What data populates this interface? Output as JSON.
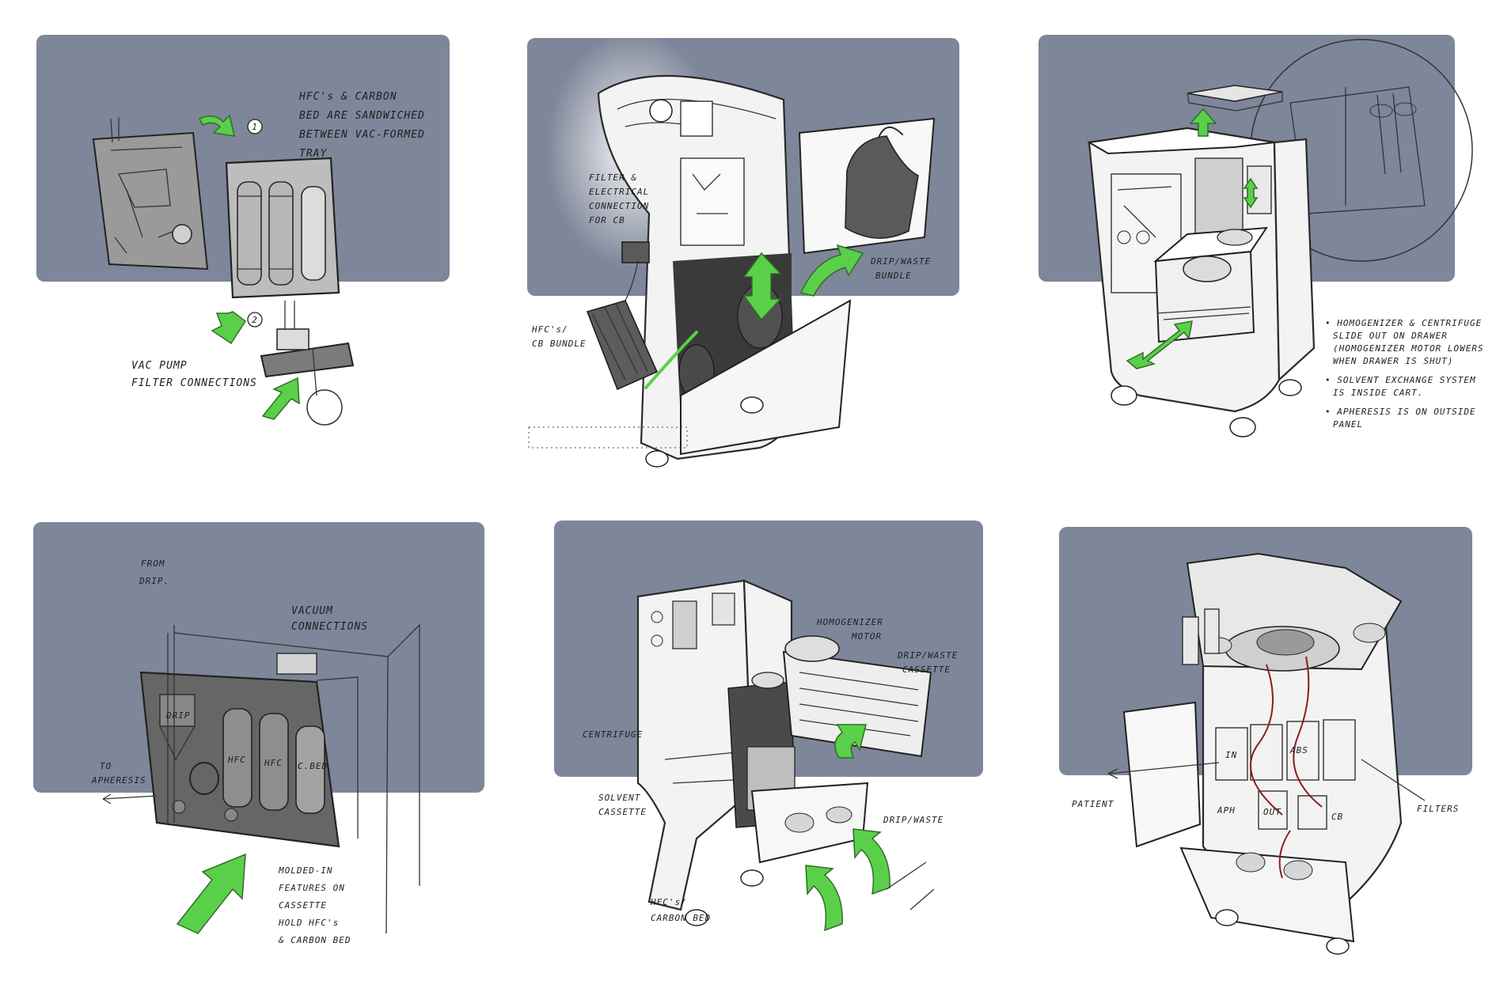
{
  "colors": {
    "panel": "#7e8699",
    "accent_green": "#5ad04a",
    "sketch_ink": "#2a2a2a",
    "machine_body": "#f3f3f3"
  },
  "panels": [
    {
      "id": "panel-1",
      "labels": {
        "note": [
          "HFC's & CARBON",
          "BED ARE SANDWICHED",
          "BETWEEN VAC-FORMED",
          "TRAY"
        ],
        "step1": "1",
        "step2": "2",
        "pump": [
          "VAC PUMP",
          "FILTER CONNECTIONS"
        ]
      }
    },
    {
      "id": "panel-2",
      "labels": {
        "filter": [
          "FILTER &",
          "ELECTRICAL",
          "CONNECTION",
          "FOR CB"
        ],
        "hfc": [
          "HFC's/",
          "CB BUNDLE"
        ],
        "drip": [
          "DRIP/WASTE",
          "BUNDLE"
        ]
      }
    },
    {
      "id": "panel-3",
      "labels": {
        "notes": [
          "• HOMOGENIZER & CENTRIFUGE",
          "SLIDE OUT ON DRAWER",
          "(HOMOGENIZER MOTOR LOWERS",
          "WHEN DRAWER IS SHUT)",
          "• SOLVENT EXCHANGE SYSTEM",
          "IS INSIDE CART.",
          "• APHERESIS IS ON OUTSIDE",
          "PANEL"
        ]
      }
    },
    {
      "id": "panel-4",
      "labels": {
        "from": [
          "FROM",
          "DRIP."
        ],
        "vacuum": [
          "VACUUM",
          "CONNECTIONS"
        ],
        "to": [
          "TO",
          "APHERESIS"
        ],
        "molded": [
          "MOLDED-IN",
          "FEATURES ON",
          "CASSETTE",
          "HOLD HFC's",
          "& CARBON BED"
        ],
        "drip_tag": "DRIP",
        "hfc1": "HFC",
        "hfc2": "HFC",
        "cb": "C.BED"
      }
    },
    {
      "id": "panel-5",
      "labels": {
        "homogenizer": [
          "HOMOGENIZER",
          "MOTOR"
        ],
        "drip_cassette": [
          "DRIP/WASTE",
          "CASSETTE"
        ],
        "centrifuge": "CENTRIFUGE",
        "solvent": [
          "SOLVENT",
          "CASSETTE"
        ],
        "drip_waste": "DRIP/WASTE",
        "hfc": [
          "HFC's/",
          "CARBON BED"
        ]
      }
    },
    {
      "id": "panel-6",
      "labels": {
        "patient": "PATIENT",
        "filters": "FILTERS",
        "tag1": "IN",
        "tag2": "ABS",
        "tag3": "APH",
        "tag4": "OUT",
        "tag5": "CB"
      }
    }
  ]
}
